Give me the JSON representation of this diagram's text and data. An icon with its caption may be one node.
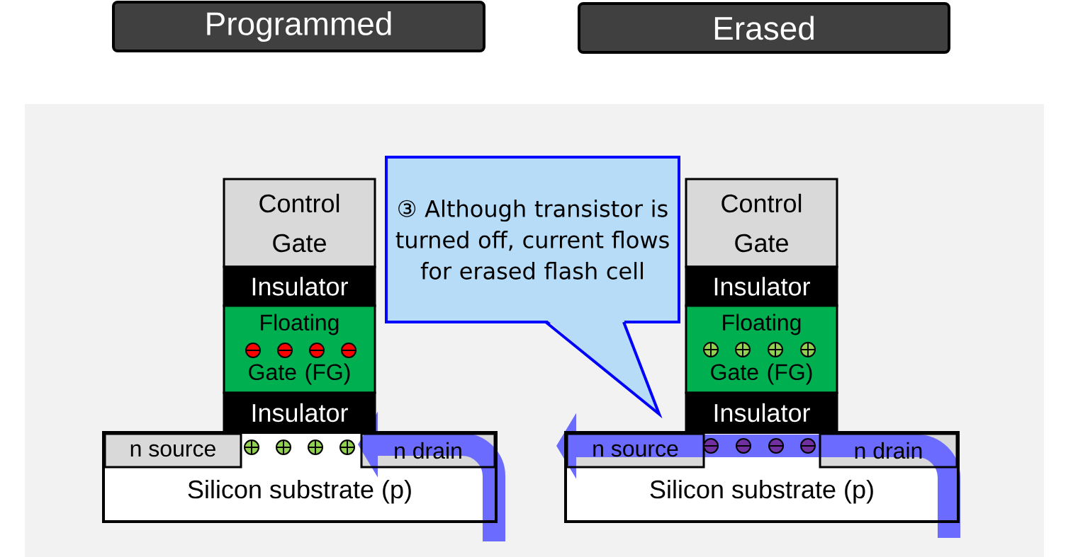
{
  "diagram": {
    "nodes": [
      {
        "text": [
          "Programmed"
        ]
      },
      {
        "text": [
          "Erased"
        ]
      },
      {
        "text": [
          "Control Gate"
        ]
      },
      {
        "text": [
          "Insulator"
        ]
      },
      {
        "text": [
          "Floating Gate (FG)"
        ]
      },
      {
        "text": [
          "Insulator"
        ]
      },
      {
        "text": [
          "Silicon substrate (p)"
        ]
      },
      {
        "text": [
          "n source"
        ],
        "in": 6
      },
      {
        "text": [
          "n drain"
        ],
        "in": 6
      },
      {
        "text": [
          "Control Gate"
        ]
      },
      {
        "text": [
          "Insulator"
        ]
      },
      {
        "text": [
          "Floating Gate (FG)"
        ]
      },
      {
        "text": [
          "Insulator"
        ]
      },
      {
        "text": [
          "Silicon substrate (p)"
        ]
      },
      {
        "text": [
          "n source"
        ],
        "in": 13
      },
      {
        "text": [
          "n drain"
        ],
        "in": 13
      },
      {
        "text": [
          "③ Although transistor is turned off, current flows for erased flash cell"
        ]
      }
    ]
  }
}
